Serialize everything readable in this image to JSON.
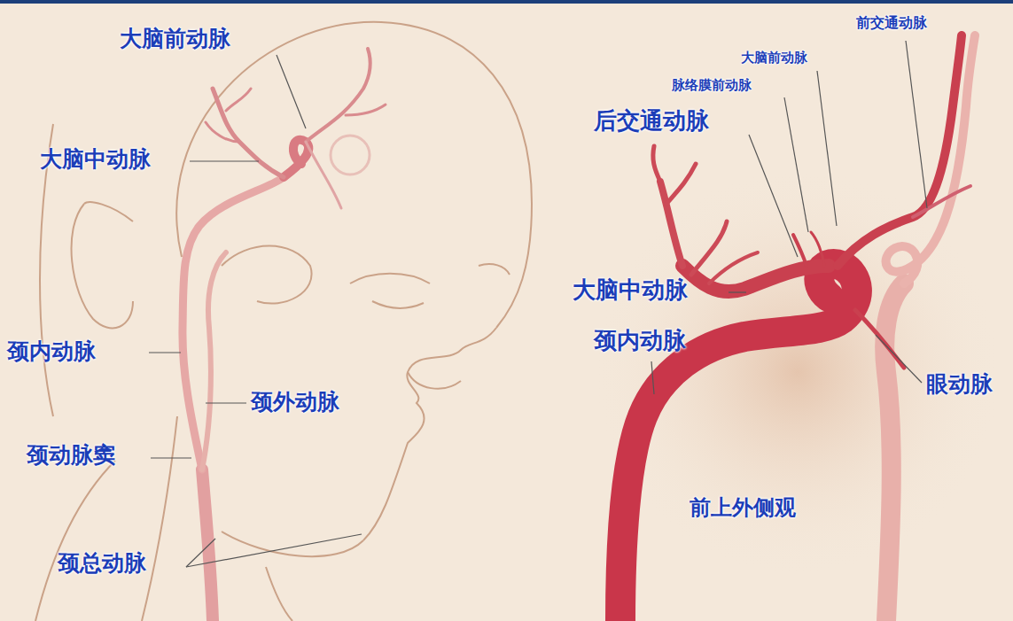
{
  "diagram": {
    "labels": [
      "大脑前动脉",
      "大脑中动脉",
      "颈内动脉",
      "颈外动脉",
      "颈动脉窦",
      "颈总动脉",
      "前交通动脉",
      "大脑前动脉",
      "脉络膜前动脉",
      "后交通动脉",
      "大脑中动脉",
      "颈内动脉",
      "眼动脉",
      "前上外侧观"
    ]
  }
}
